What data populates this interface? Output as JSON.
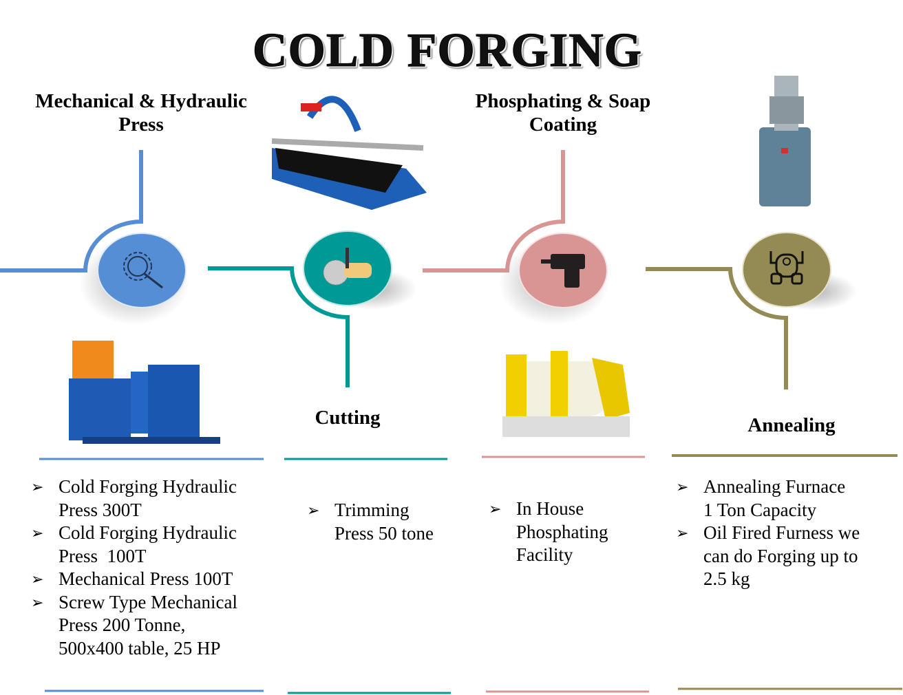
{
  "title": "COLD FORGING",
  "colors": {
    "press": "#558ed5",
    "cutting": "#009a96",
    "phosphating": "#d99594",
    "annealing": "#948a54"
  },
  "sections": [
    {
      "heading_line1": "Mechanical & Hydraulic",
      "heading_line2": "Press",
      "icon": "gear-search-icon",
      "items": [
        {
          "lines": [
            "Cold Forging Hydraulic",
            "Press 300T"
          ]
        },
        {
          "lines": [
            "Cold Forging Hydraulic",
            "Press  100T"
          ]
        },
        {
          "lines": [
            "Mechanical Press 100T"
          ]
        },
        {
          "lines": [
            "Screw Type Mechanical",
            "Press 200 Tonne,",
            "500x400 table, 25 HP"
          ]
        }
      ]
    },
    {
      "heading_line1": "Cutting",
      "icon": "saw-cutter-icon",
      "items": [
        {
          "lines": [
            "Trimming",
            "Press 50 tone"
          ]
        }
      ]
    },
    {
      "heading_line1": "Phosphating & Soap",
      "heading_line2": "Coating",
      "icon": "drill-icon",
      "items": [
        {
          "lines": [
            "In House",
            "Phosphating",
            "Facility"
          ]
        }
      ]
    },
    {
      "heading_line1": "Annealing",
      "icon": "robot-icon",
      "items": [
        {
          "lines": [
            "Annealing Furnace",
            "1 Ton Capacity"
          ]
        },
        {
          "lines": [
            "Oil Fired Furness we",
            "can do Forging up to",
            "2.5 kg"
          ]
        }
      ]
    }
  ],
  "bullet_glyph": "➢"
}
